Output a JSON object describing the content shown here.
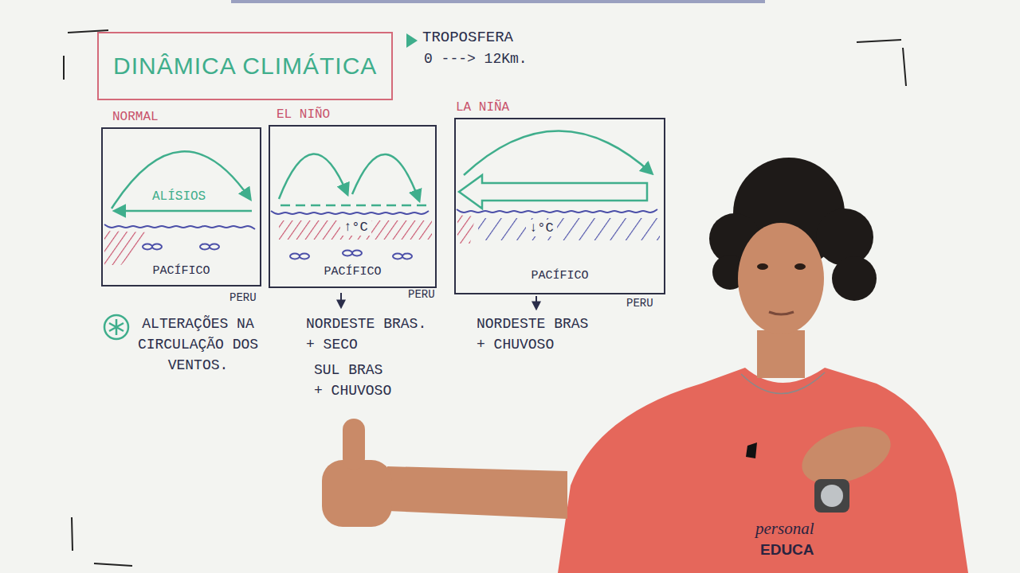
{
  "diagram": {
    "title": "DINÂMICA CLIMÁTICA",
    "nodes": [
      {
        "text": [
          "NORMAL",
          "ALÍSIOS",
          "PACÍFICO"
        ]
      },
      {
        "text": [
          "EL NIÑO",
          "↑°C",
          "PACÍFICO"
        ]
      },
      {
        "text": [
          "LA NIÑA",
          "↓°C",
          "PACÍFICO"
        ]
      }
    ],
    "labels": [
      "TROPOSFERA",
      "0 ---> 12Km.",
      "PERU",
      "PERU",
      "PERU",
      "ALTERAÇÕES NA CIRCULAÇÃO DOS VENTOS.",
      "NORDESTE BRAS. + SECO",
      "SUL BRAS + CHUVOSO",
      "NORDESTE BRAS + CHUVOSO",
      "personal",
      "EDUCA"
    ]
  }
}
